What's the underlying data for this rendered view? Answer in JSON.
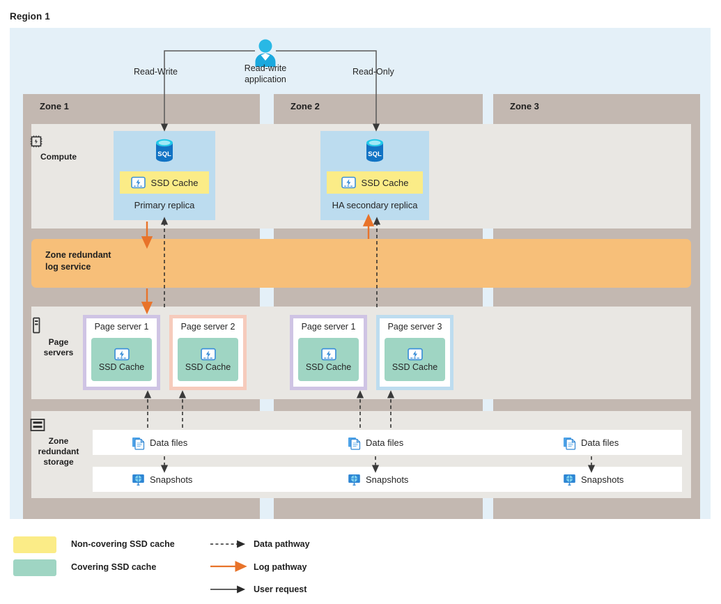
{
  "region": {
    "title": "Region 1"
  },
  "app": {
    "icon": "user-icon",
    "label": "Read-write\napplication",
    "read_write_label": "Read-Write",
    "read_only_label": "Read-Only"
  },
  "zones": [
    {
      "name": "Zone 1"
    },
    {
      "name": "Zone 2"
    },
    {
      "name": "Zone 3"
    }
  ],
  "rows": {
    "compute": {
      "label": "Compute",
      "icon": "cpu-chip-icon"
    },
    "page_servers": {
      "label": "Page\nservers",
      "icon": "server-icon"
    },
    "storage": {
      "label": "Zone\nredundant\nstorage",
      "icon": "storage-stack-icon"
    }
  },
  "log_service": {
    "label": "Zone redundant\nlog service",
    "color": "#f7bf79"
  },
  "replicas": [
    {
      "name": "Primary replica",
      "zone": "Zone 1",
      "db_icon": "sql-database-icon",
      "cache_label": "SSD Cache",
      "cache_icon": "ssd-disk-icon",
      "cache_color": "#fbec87",
      "card_color": "#bcdcef"
    },
    {
      "name": "HA secondary replica",
      "zone": "Zone 2",
      "db_icon": "sql-database-icon",
      "cache_label": "SSD Cache",
      "cache_icon": "ssd-disk-icon",
      "cache_color": "#fbec87",
      "card_color": "#bcdcef"
    }
  ],
  "page_servers": [
    {
      "name": "Page server 1",
      "zone": "Zone 1",
      "cache_label": "SSD Cache",
      "cache_icon": "ssd-disk-icon",
      "border_color": "#cfc4e4",
      "cache_color": "#9fd5c3"
    },
    {
      "name": "Page server 2",
      "zone": "Zone 1",
      "cache_label": "SSD Cache",
      "cache_icon": "ssd-disk-icon",
      "border_color": "#f6cbbc",
      "cache_color": "#9fd5c3"
    },
    {
      "name": "Page server 1",
      "zone": "Zone 2",
      "cache_label": "SSD Cache",
      "cache_icon": "ssd-disk-icon",
      "border_color": "#cfc4e4",
      "cache_color": "#9fd5c3"
    },
    {
      "name": "Page server 3",
      "zone": "Zone 2",
      "cache_label": "SSD Cache",
      "cache_icon": "ssd-disk-icon",
      "border_color": "#bddcef",
      "cache_color": "#9fd5c3"
    }
  ],
  "storage_rows": [
    {
      "kind": "data-files",
      "label": "Data files",
      "icon": "data-files-icon",
      "cells": [
        "Data files",
        "Data files",
        "Data files"
      ]
    },
    {
      "kind": "snapshots",
      "label": "Snapshots",
      "icon": "snapshots-icon",
      "cells": [
        "Snapshots",
        "Snapshots",
        "Snapshots"
      ]
    }
  ],
  "legend": {
    "swatches": [
      {
        "label": "Non-covering SSD cache",
        "color": "#fbec87"
      },
      {
        "label": "Covering SSD cache",
        "color": "#9fd5c3"
      }
    ],
    "lines": [
      {
        "label": "Data pathway",
        "style": "dashed",
        "color": "#252525"
      },
      {
        "label": "Log pathway",
        "style": "solid",
        "color": "#e8732a"
      },
      {
        "label": "User request",
        "style": "solid",
        "color": "#252525"
      }
    ]
  },
  "colors": {
    "region_bg": "#e4f0f8",
    "zone_bg": "#c3b8b1",
    "band_bg": "#e9e7e3",
    "log_orange": "#f7bf79",
    "log_arrow": "#e8732a",
    "replica_blue": "#bcdcef",
    "cache_yellow": "#fbec87",
    "cache_green": "#9fd5c3",
    "accent_blue": "#0a7bc4"
  }
}
